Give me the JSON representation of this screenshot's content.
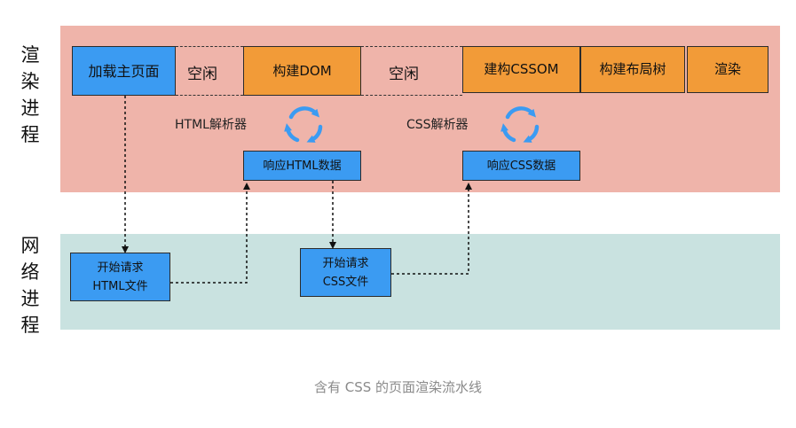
{
  "side_labels": {
    "render_process": "渲染进程",
    "network_process": "网络进程"
  },
  "timeline": {
    "load_page": "加载主页面",
    "idle_1": "空闲",
    "build_dom": "构建DOM",
    "idle_2": "空闲",
    "build_cssom": "建构CSSOM",
    "build_layout_tree": "构建布局树",
    "render": "渲染"
  },
  "parsers": {
    "html_parser": "HTML解析器",
    "css_parser": "CSS解析器"
  },
  "responses": {
    "html": "响应HTML数据",
    "css": "响应CSS数据"
  },
  "requests": {
    "html_line1": "开始请求",
    "html_line2": "HTML文件",
    "css_line1": "开始请求",
    "css_line2": "CSS文件"
  },
  "caption": "含有 CSS 的页面渲染流水线",
  "colors": {
    "render_band": "#efb4aa",
    "network_band": "#c9e2e0",
    "blue_box": "#3b9bf2",
    "orange_box": "#f29b38",
    "cycle_icon": "#3b9bf2"
  }
}
